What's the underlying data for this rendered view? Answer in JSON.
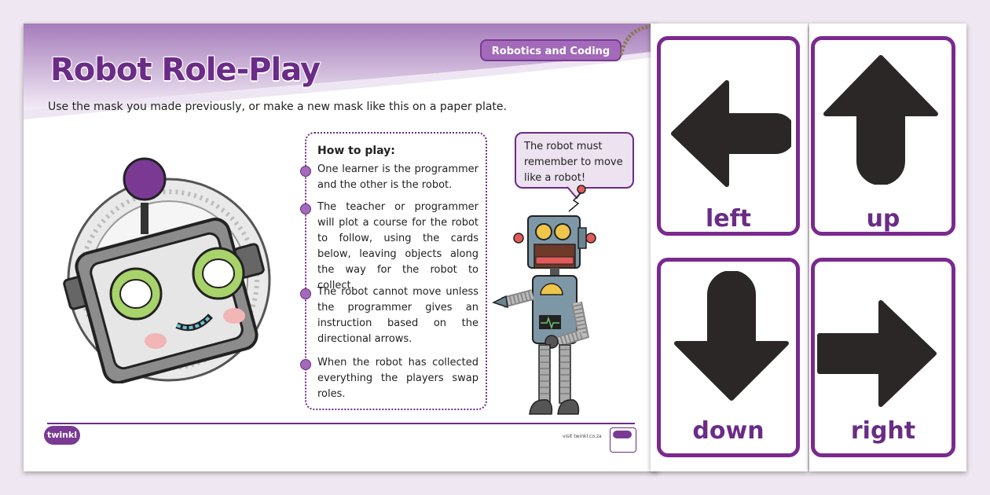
{
  "worksheet": {
    "title": "Robot Role-Play",
    "tag": "Robotics and Coding",
    "subtitle": "Use the mask you made previously, or make a new mask like this on a paper plate.",
    "how_to_play": {
      "heading": "How to play:",
      "steps": [
        "One learner is the programmer and the other is the robot.",
        "The teacher or programmer will plot a course for the robot to follow, using the cards below, leaving objects along the way for the robot to collect.",
        "The robot cannot move unless the programmer gives an instruction based on the directional arrows.",
        "When the robot has collected everything the players swap roles."
      ]
    },
    "speech_bubble": "The robot must remember to move like a robot!",
    "footer": {
      "logo": "twinkl",
      "visit": "visit twinkl.co.za"
    }
  },
  "cards": [
    {
      "label": "left",
      "icon": "arrow-left-icon"
    },
    {
      "label": "up",
      "icon": "arrow-up-icon"
    },
    {
      "label": "down",
      "icon": "arrow-down-icon"
    },
    {
      "label": "right",
      "icon": "arrow-right-icon"
    }
  ],
  "colors": {
    "brand_purple": "#6a2c86",
    "card_border": "#7a2a8e",
    "arrow": "#2b2727",
    "header_gradient_start": "#a57cba"
  }
}
